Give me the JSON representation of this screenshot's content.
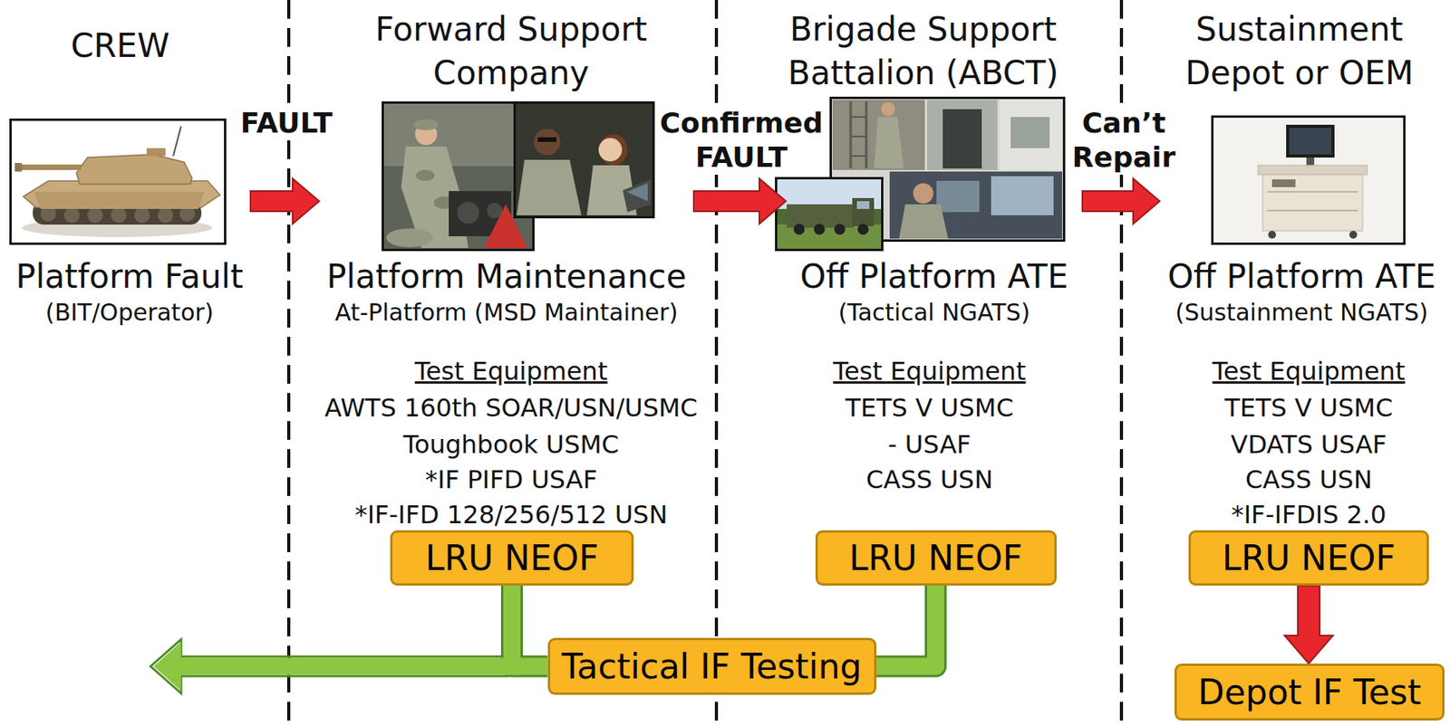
{
  "diagram": {
    "nodes": [
      {
        "text": [
          "Platform Fault",
          "(BIT/Operator)"
        ]
      },
      {
        "text": [
          "Platform Maintenance",
          "At-Platform (MSD Maintainer)"
        ]
      },
      {
        "text": [
          "Off Platform ATE",
          "(Tactical NGATS)"
        ]
      },
      {
        "text": [
          "Off Platform ATE",
          "(Sustainment NGATS)"
        ]
      },
      {
        "text": [
          "LRU NEOF"
        ]
      },
      {
        "text": [
          "LRU NEOF"
        ]
      },
      {
        "text": [
          "LRU NEOF"
        ]
      },
      {
        "text": [
          "Tactical IF Testing"
        ]
      },
      {
        "text": [
          "Depot IF Test"
        ]
      }
    ],
    "edges": [
      {
        "from": 0,
        "to": 1,
        "arrow": "to",
        "label": "FAULT"
      },
      {
        "from": 1,
        "to": 2,
        "arrow": "to",
        "label": "Confirmed FAULT"
      },
      {
        "from": 2,
        "to": 3,
        "arrow": "to",
        "label": "Can’t Repair"
      },
      {
        "from": 4,
        "to": 7,
        "arrow": "none"
      },
      {
        "from": 5,
        "to": 7,
        "arrow": "none"
      },
      {
        "from": 6,
        "to": 8,
        "arrow": "to"
      }
    ],
    "labels": [
      "CREW",
      "Forward Support Company",
      "Brigade Support Battalion (ABCT)",
      "Sustainment Depot or OEM",
      "Test Equipment",
      "AWTS 160th SOAR/USN/USMC",
      "Toughbook USMC",
      "*IF PIFD USAF",
      "*IF-IFD 128/256/512 USN",
      "Test Equipment",
      "TETS V USMC",
      "- USAF",
      "CASS USN",
      "Test Equipment",
      "TETS V USMC",
      "VDATS USAF",
      "CASS USN",
      "*IF-IFDIS 2.0"
    ]
  }
}
